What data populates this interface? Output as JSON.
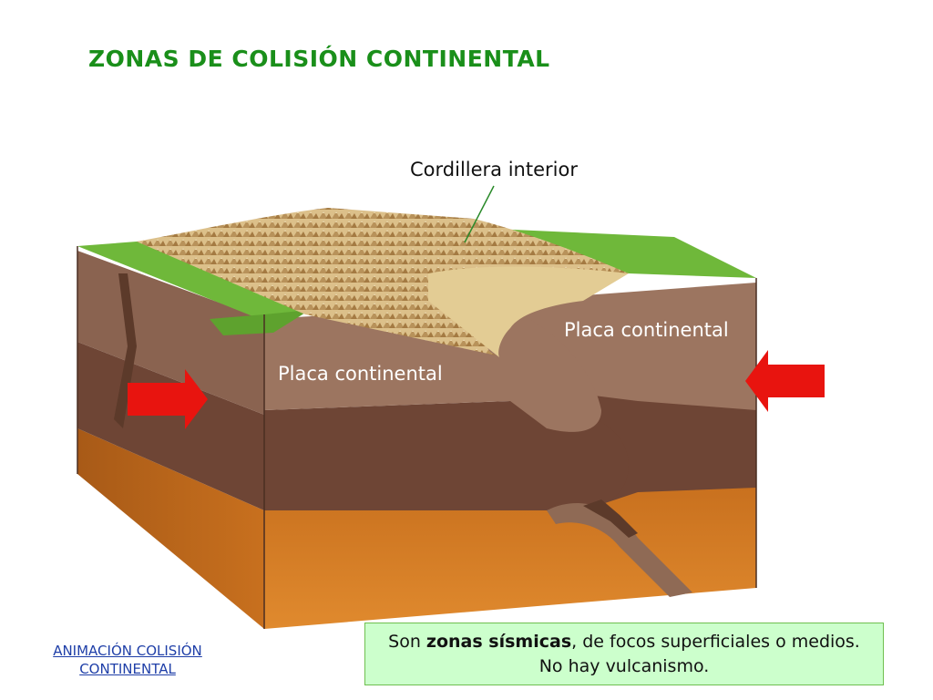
{
  "title": "ZONAS DE COLISIÓN CONTINENTAL",
  "diagram": {
    "labels": {
      "cordillera": "Cordillera interior",
      "placa_left": "Placa continental",
      "placa_right": "Placa continental"
    },
    "icons": {
      "left_arrow": "arrow-right-icon",
      "right_arrow": "arrow-left-icon"
    },
    "colors": {
      "title": "#1a8f1a",
      "arrow": "#e8140f",
      "crust_light": "#9c7560",
      "crust_dark": "#6e4535",
      "mantle": "#c8701e",
      "surface_green": "#6fb83a",
      "mountains": "#dcc08a",
      "info_box": "#ccffcc"
    }
  },
  "link": {
    "line1": "ANIMACIÓN COLISIÓN",
    "line2": "CONTINENTAL"
  },
  "info": {
    "prefix": "Son ",
    "bold": "zonas sísmicas",
    "suffix": ", de focos superficiales o medios.",
    "line2": "No hay vulcanismo."
  }
}
